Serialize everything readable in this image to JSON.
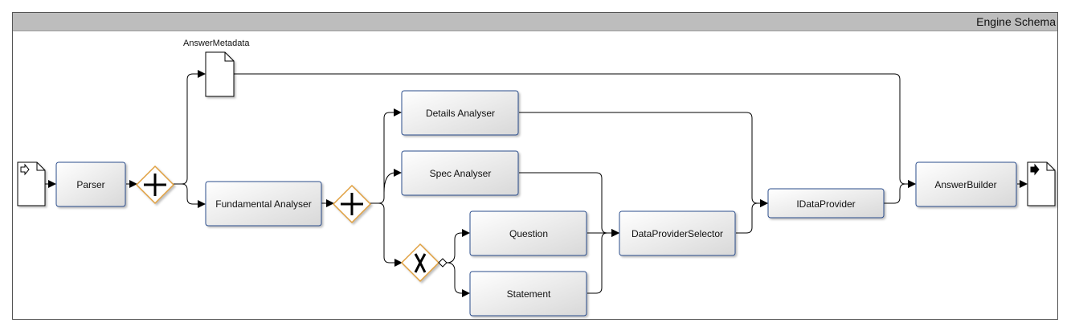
{
  "diagram": {
    "title": "Engine Schema",
    "nodes": {
      "answer_metadata": "AnswerMetadata",
      "parser": "Parser",
      "fundamental_analyser": "Fundamental Analyser",
      "details_analyser": "Details Analyser",
      "spec_analyser": "Spec Analyser",
      "question": "Question",
      "statement": "Statement",
      "data_provider_selector": "DataProviderSelector",
      "idataprovider": "IDataProvider",
      "answer_builder": "AnswerBuilder"
    }
  },
  "colors": {
    "task_border": "#2b4d8c",
    "gateway_border": "#e0a040",
    "title_bar": "#bdbdbd",
    "line": "#000000"
  }
}
